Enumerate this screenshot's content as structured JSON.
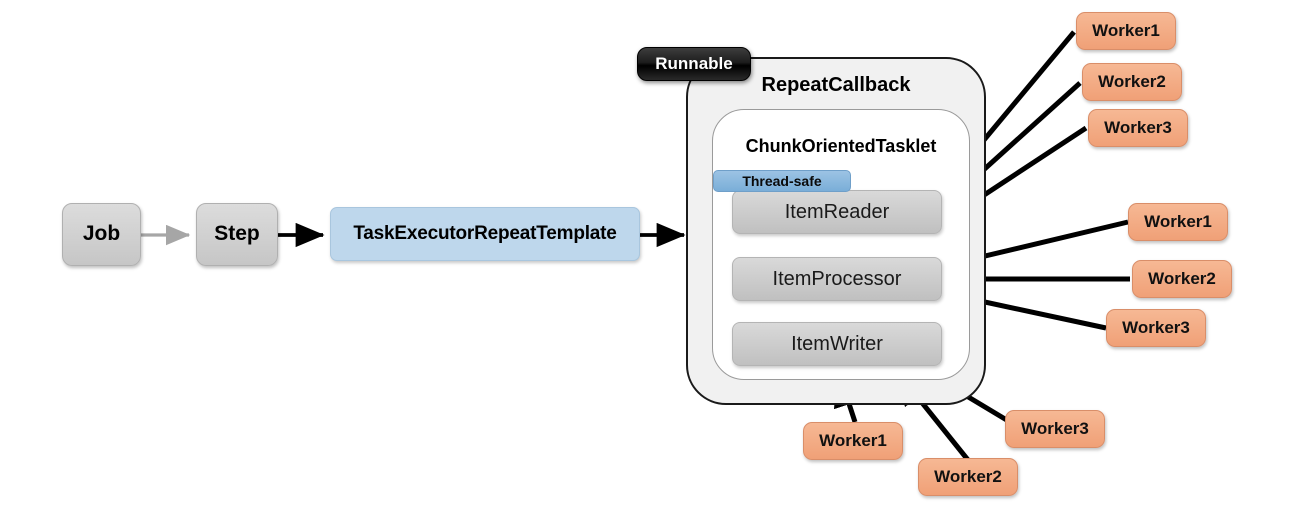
{
  "diagram": {
    "title": "Spring Batch multi-threaded step diagram",
    "colors": {
      "gray_node": "#c6c6c6",
      "blue_node": "#bed7ec",
      "worker_node": "#f0a077",
      "runnable_badge": "#000000",
      "threadsafe_badge": "#7aaed8",
      "arrow_black": "#000000",
      "arrow_gray": "#a6a6a6",
      "container_fill": "#f1f1f1",
      "inner_fill": "#ffffff"
    },
    "flow_nodes": [
      {
        "id": "job",
        "label": "Job"
      },
      {
        "id": "step",
        "label": "Step"
      },
      {
        "id": "template",
        "label": "TaskExecutorRepeatTemplate"
      }
    ],
    "containers": {
      "runnable_badge": "Runnable",
      "outer_title": "RepeatCallback",
      "inner_title": "ChunkOrientedTasklet"
    },
    "threadsafe_badge": "Thread-safe",
    "stages": [
      {
        "id": "item-reader",
        "label": "ItemReader"
      },
      {
        "id": "item-processor",
        "label": "ItemProcessor"
      },
      {
        "id": "item-writer",
        "label": "ItemWriter"
      }
    ],
    "worker_groups": [
      {
        "target": "item-reader",
        "position": "top-right",
        "workers": [
          {
            "label": "Worker1"
          },
          {
            "label": "Worker2"
          },
          {
            "label": "Worker3"
          }
        ]
      },
      {
        "target": "item-processor",
        "position": "middle-right",
        "workers": [
          {
            "label": "Worker1"
          },
          {
            "label": "Worker2"
          },
          {
            "label": "Worker3"
          }
        ]
      },
      {
        "target": "item-writer",
        "position": "bottom",
        "workers": [
          {
            "label": "Worker1"
          },
          {
            "label": "Worker2"
          },
          {
            "label": "Worker3"
          }
        ]
      }
    ]
  }
}
